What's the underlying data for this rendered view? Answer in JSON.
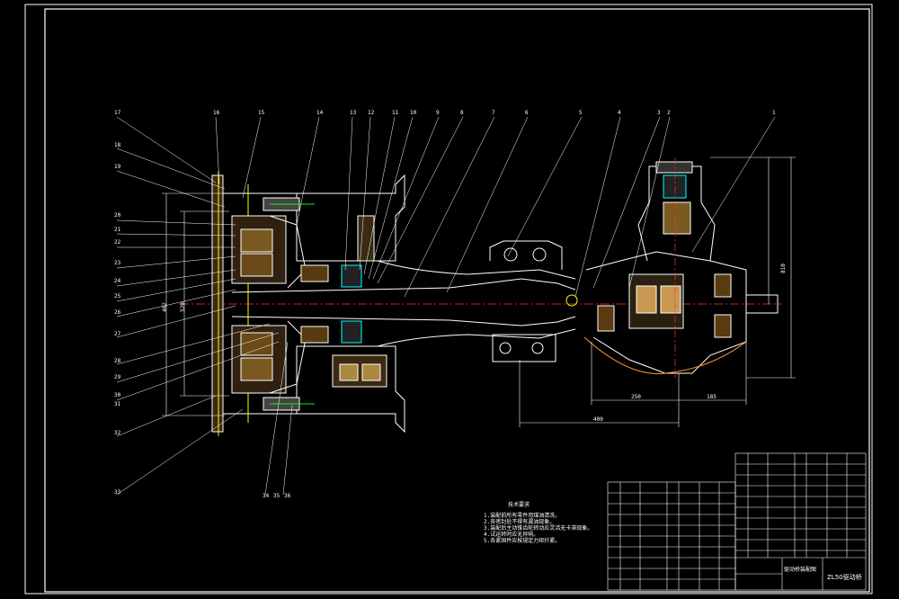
{
  "callouts_top": [
    "17",
    "16",
    "15",
    "14",
    "13",
    "12",
    "11",
    "10",
    "9",
    "8",
    "7",
    "6",
    "5",
    "4",
    "3",
    "2",
    "1"
  ],
  "callouts_left": [
    "18",
    "19",
    "20",
    "21",
    "22",
    "23",
    "24",
    "25",
    "26",
    "27",
    "28",
    "29",
    "30",
    "31",
    "32",
    "33"
  ],
  "callouts_bottom": [
    "34",
    "35",
    "36"
  ],
  "dimensions": {
    "d1": "400",
    "d2": "250",
    "d3": "185",
    "d4": "462",
    "d5": "520",
    "d6": "810"
  },
  "notes": {
    "heading": "技术要求",
    "lines": [
      "1.装配前所有零件用煤油清洗。",
      "2.各密封处不得有漏油现象。",
      "3.装配后主动锥齿轮转动应灵活无卡滞现象。",
      "4.试运转时应无异响。",
      "5.各紧固件应按规定力矩拧紧。"
    ]
  },
  "title_block": {
    "drawing_name": "驱动桥装配图",
    "drawing_code": "ZL50驱动桥"
  },
  "colors": {
    "background": "#000000",
    "lines": "#ffffff",
    "green": "#00ff00",
    "yellow": "#ffff00",
    "cyan": "#00ffff",
    "red": "#ff3333"
  }
}
